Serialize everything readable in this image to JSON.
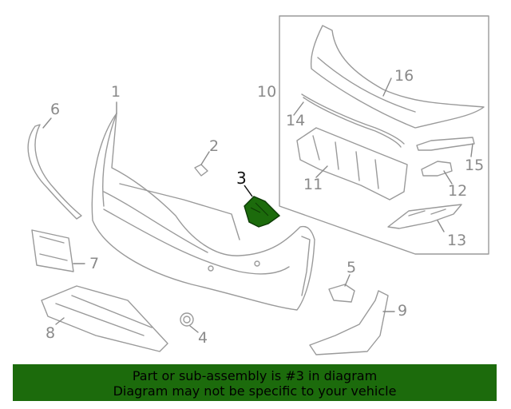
{
  "callouts": {
    "c1": "1",
    "c2": "2",
    "c3": "3",
    "c4": "4",
    "c5": "5",
    "c6": "6",
    "c7": "7",
    "c8": "8",
    "c9": "9",
    "c10": "10",
    "c11": "11",
    "c12": "12",
    "c13": "13",
    "c14": "14",
    "c15": "15",
    "c16": "16"
  },
  "highlight": {
    "part": "3",
    "color": "#1c6b0c"
  },
  "banner": {
    "line1": "Part or sub-assembly is #3 in diagram",
    "line2": "Diagram may not be specific to your vehicle"
  }
}
